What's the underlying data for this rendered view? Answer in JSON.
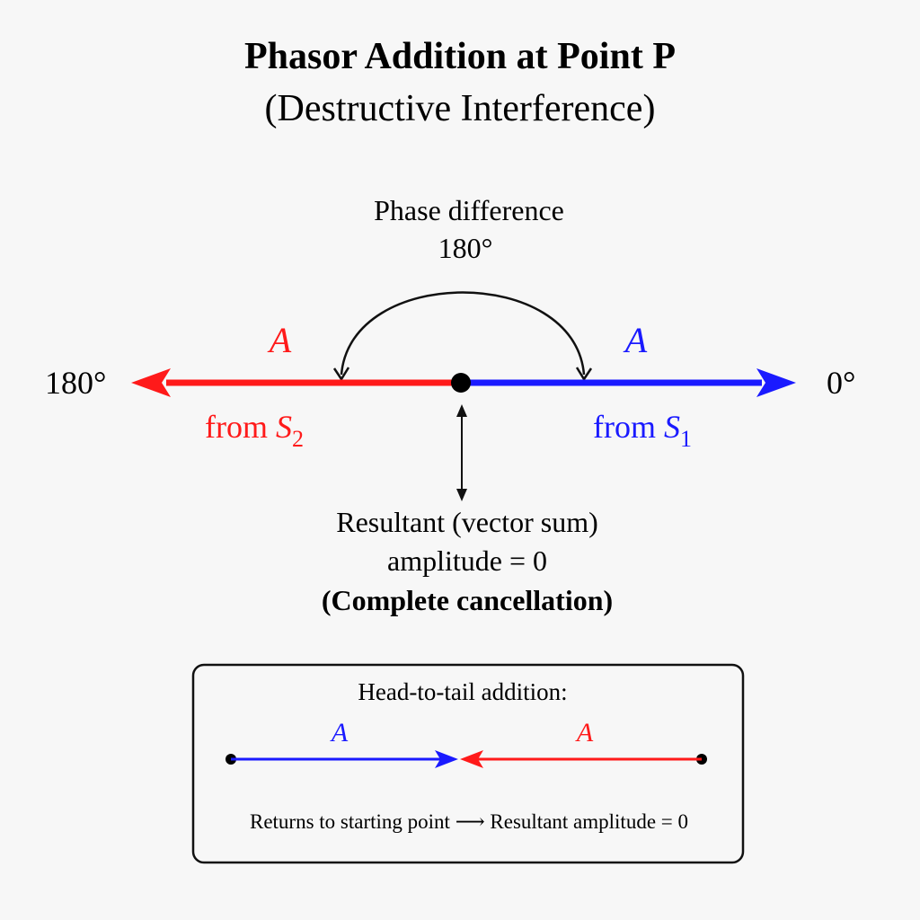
{
  "title": {
    "main": "Phasor Addition at Point P",
    "sub": "(Destructive Interference)"
  },
  "phase": {
    "label_line1": "Phase difference",
    "label_line2": "180°"
  },
  "axis": {
    "left_angle": "180°",
    "right_angle": "0°"
  },
  "phasor_s2": {
    "amplitude": "A",
    "from_text": "from ",
    "source_symbol": "S",
    "source_index": "2",
    "color": "#ff1a1a"
  },
  "phasor_s1": {
    "amplitude": "A",
    "from_text": "from ",
    "source_symbol": "S",
    "source_index": "1",
    "color": "#1a1aff"
  },
  "resultant": {
    "line1": "Resultant (vector sum)",
    "line2": "amplitude = 0",
    "line3": "(Complete cancellation)"
  },
  "legend_box": {
    "heading": "Head-to-tail addition:",
    "blue_amplitude": "A",
    "red_amplitude": "A",
    "footer": "Returns to starting point ⟶ Resultant amplitude = 0"
  }
}
